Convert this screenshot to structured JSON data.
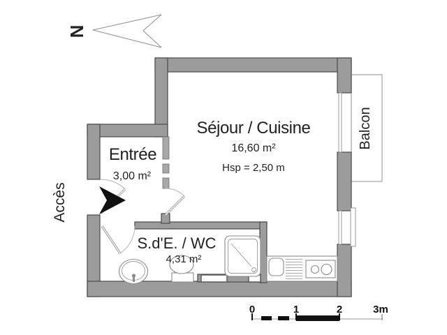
{
  "plan": {
    "north_label": "N",
    "access_label": "Accès",
    "rooms": {
      "living_kitchen": {
        "name": "Séjour / Cuisine",
        "area": "16,60 m²",
        "ceiling_height": "Hsp = 2,50 m"
      },
      "entry": {
        "name": "Entrée",
        "area": "3,00 m²"
      },
      "shower_wc": {
        "name": "S.d'E. / WC",
        "area": "4,31 m²"
      },
      "balcony": {
        "name": "Balcon"
      }
    },
    "scale_bar": {
      "tick_labels": [
        "0",
        "1",
        "2",
        "3m"
      ]
    },
    "colors": {
      "wall_fill": "#9c9c9c",
      "wall_outline": "#4a4a4a",
      "fixture_stroke": "#8a8a8a",
      "text": "#222222"
    }
  }
}
